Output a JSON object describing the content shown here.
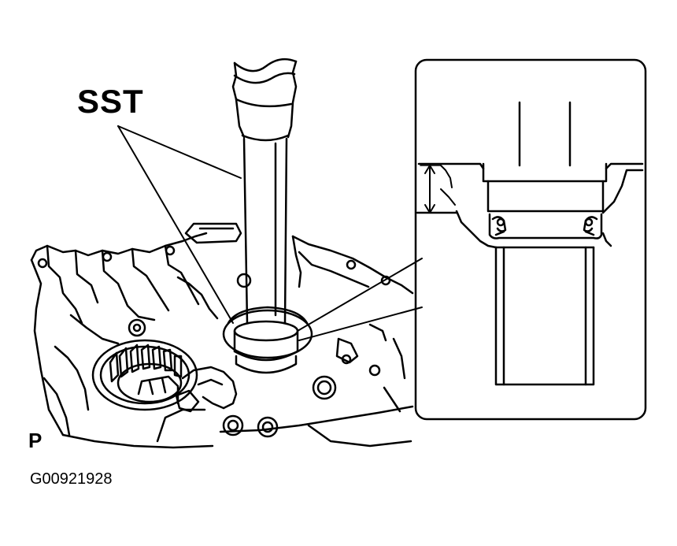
{
  "figure": {
    "callout_label": "SST",
    "view_letter": "P",
    "figure_code": "G00921928"
  },
  "colors": {
    "line": "#000000",
    "background": "#ffffff"
  }
}
